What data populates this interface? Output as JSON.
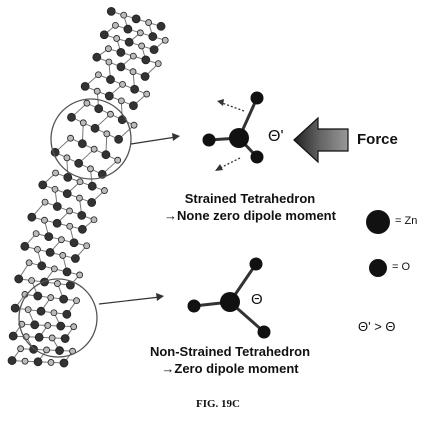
{
  "figure": {
    "caption": "FIG. 19C"
  },
  "strained": {
    "angle_label": "Θ'",
    "force_label": "Force",
    "title_line1": "Strained Tetrahedron",
    "title_line2": "→None zero dipole moment"
  },
  "non_strained": {
    "angle_label": "Θ",
    "title_line1": "Non-Strained Tetrahedron",
    "title_line2": "→Zero dipole moment"
  },
  "legend": {
    "zn_label": "= Zn",
    "o_label": "= O",
    "relation": "Θ' > Θ"
  },
  "colors": {
    "atom": "#111111",
    "bond": "#333333",
    "force_arrow": "#444444"
  }
}
